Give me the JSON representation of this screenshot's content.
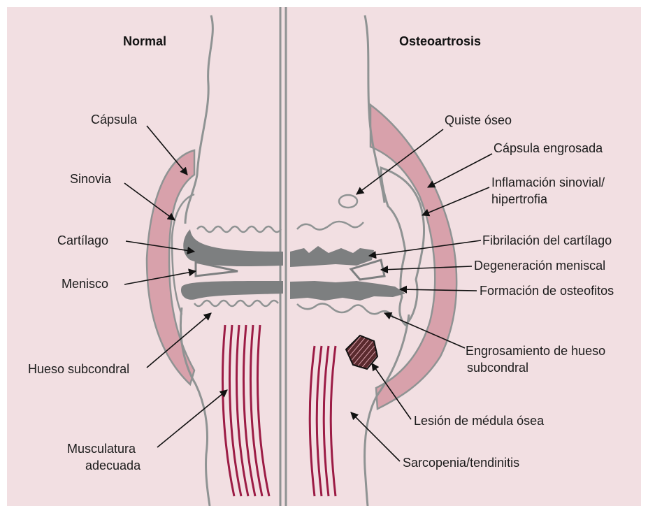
{
  "titles": {
    "normal": "Normal",
    "oa": "Osteoartrosis"
  },
  "labels_normal": {
    "capsula": "Cápsula",
    "sinovia": "Sinovia",
    "cartilago": "Cartílago",
    "menisco": "Menisco",
    "hueso": "Hueso subcondral",
    "musculatura_1": "Musculatura",
    "musculatura_2": "adecuada"
  },
  "labels_oa": {
    "quiste": "Quiste óseo",
    "capsula_engrosada": "Cápsula engrosada",
    "inflamacion_1": "Inflamación sinovial/",
    "inflamacion_2": "hipertrofia",
    "fibrilacion": "Fibrilación del cartílago",
    "degeneracion": "Degeneración meniscal",
    "osteofitos": "Formación de osteofitos",
    "engrosamiento_1": "Engrosamiento de hueso",
    "engrosamiento_2": "subcondral",
    "lesion": "Lesión de médula ósea",
    "sarcopenia": "Sarcopenia/tendinitis"
  },
  "colors": {
    "background": "#f2dfe2",
    "capsule": "#d8a1ab",
    "cartilage": "#7d7f80",
    "outline": "#8f9393",
    "muscle": "#9c1c45",
    "lesion": "#5a2a2e"
  }
}
